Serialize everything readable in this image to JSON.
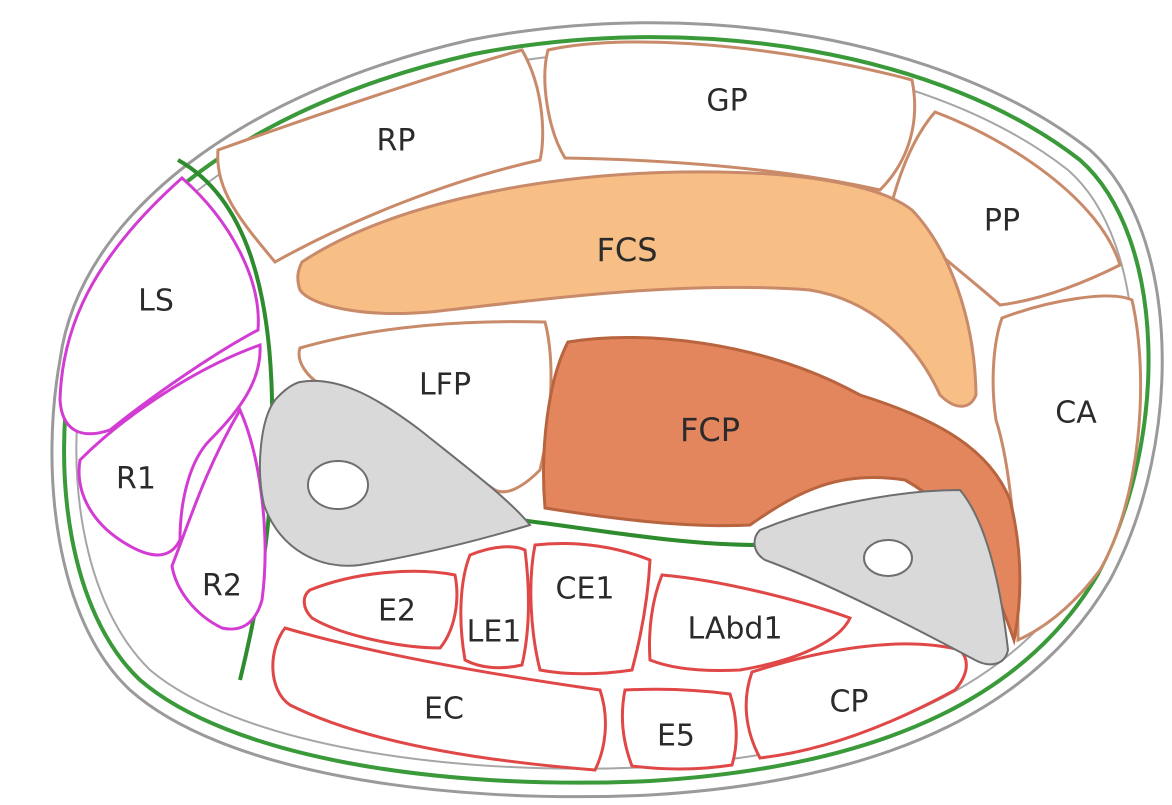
{
  "labels": {
    "GP": "GP",
    "RP": "RP",
    "PP": "PP",
    "FCS": "FCS",
    "LS": "LS",
    "LFP": "LFP",
    "FCP": "FCP",
    "CA": "CA",
    "R1": "R1",
    "R2": "R2",
    "CE1": "CE1",
    "E2": "E2",
    "LE1": "LE1",
    "LAbd1": "LAbd1",
    "EC": "EC",
    "CP": "CP",
    "E5": "E5"
  },
  "colors": {
    "outer_ring_green": "#3a9a3a",
    "outer_ring_gray": "#9a9a9a",
    "muscle_outline": "#c98a6a",
    "extensor_outline": "#e04848",
    "radial_outline": "#d23cd2",
    "septum_green": "#2e8b2e",
    "fcs_fill": "#f7bf85",
    "fcp_fill": "#e4865d",
    "bone_fill": "#d9d9d9",
    "bone_outline": "#6e6e6e"
  }
}
